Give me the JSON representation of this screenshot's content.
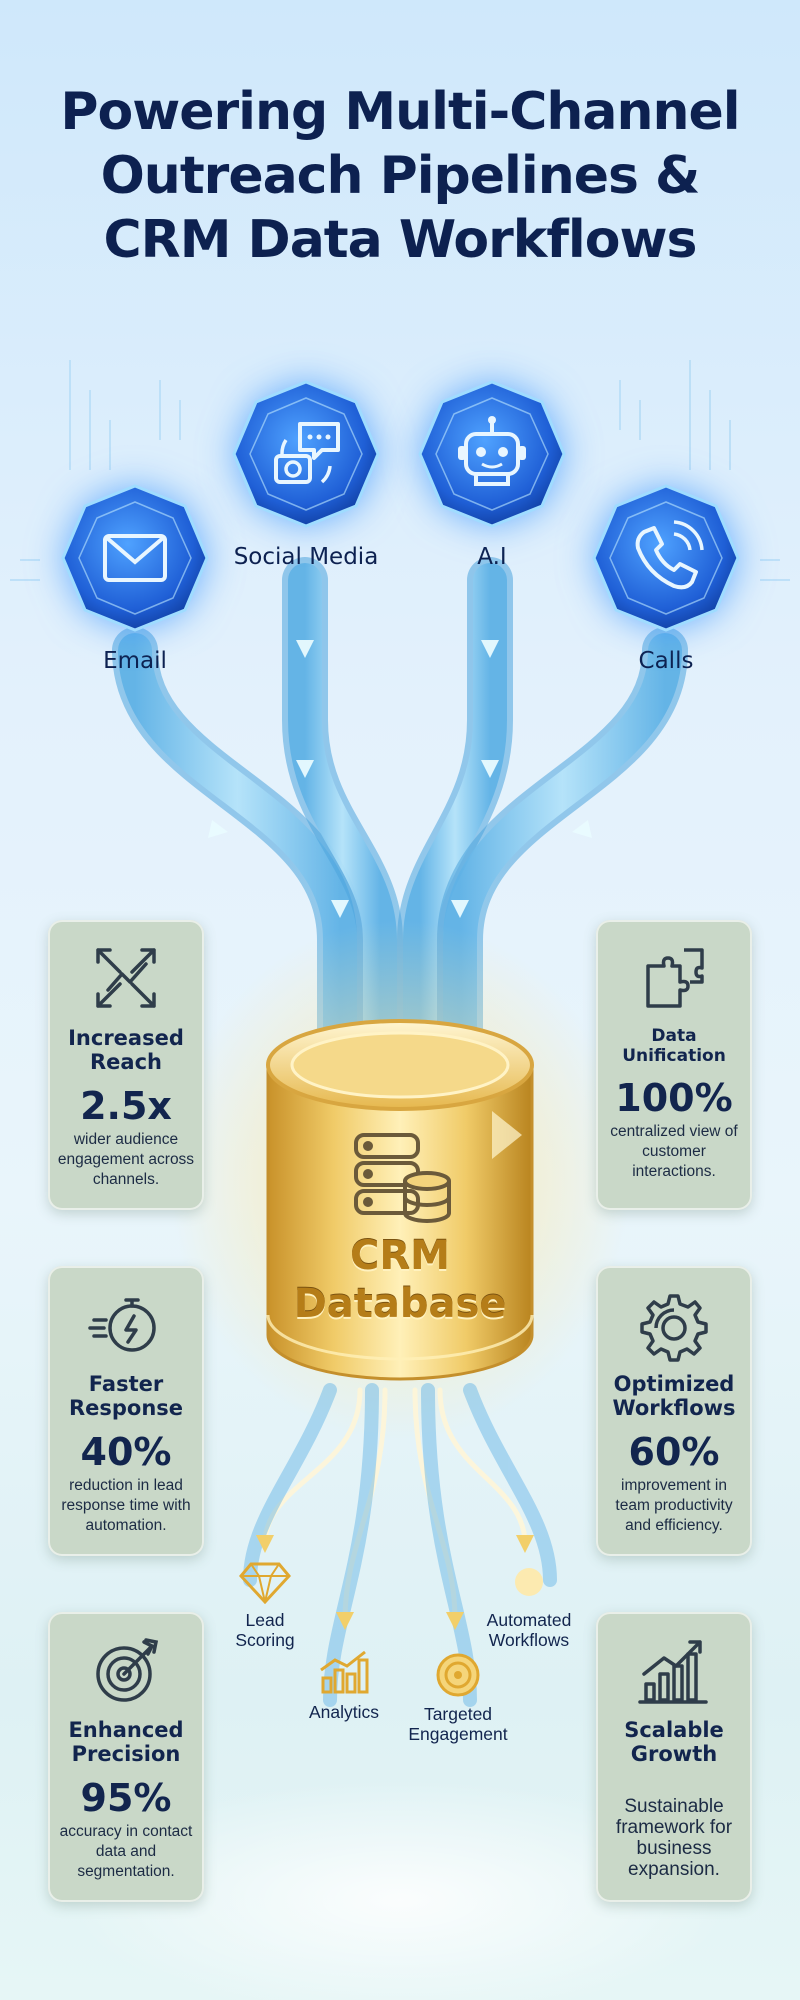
{
  "title": {
    "line1": "Powering Multi-Channel",
    "line2": "Outreach Pipelines &",
    "line3": "CRM Data Workflows"
  },
  "channels": {
    "email": {
      "label": "Email",
      "icon": "envelope-icon"
    },
    "social": {
      "label": "Social Media",
      "icon": "chat-camera-icon"
    },
    "ai": {
      "label": "A.I",
      "icon": "robot-icon"
    },
    "calls": {
      "label": "Calls",
      "icon": "phone-icon"
    }
  },
  "database": {
    "line1": "CRM",
    "line2": "Database",
    "icon": "server-database-icon"
  },
  "cards": {
    "reach": {
      "title": "Increased Reach",
      "stat": "2.5x",
      "desc": "wider audience engagement across channels.",
      "icon": "expand-arrows-icon"
    },
    "unification": {
      "title_line1": "Data",
      "title_line2": "Unification",
      "stat": "100%",
      "desc": "centralized view of customer interactions.",
      "icon": "puzzle-icon"
    },
    "response": {
      "title": "Faster Response",
      "stat": "40%",
      "desc": "reduction in lead response time with automation.",
      "icon": "stopwatch-icon"
    },
    "workflows": {
      "title": "Optimized Workflows",
      "stat": "60%",
      "desc": "improvement in team productivity and efficiency.",
      "icon": "gear-icon"
    },
    "precision": {
      "title": "Enhanced Precision",
      "stat": "95%",
      "desc": "accuracy in contact data and segmentation.",
      "icon": "target-icon"
    },
    "growth": {
      "title": "Scalable Growth",
      "desc": "Sustainable framework for business expansion.",
      "icon": "growth-chart-icon"
    }
  },
  "outputs": {
    "lead_scoring": {
      "line1": "Lead",
      "line2": "Scoring",
      "icon": "diamond-icon"
    },
    "analytics": {
      "label": "Analytics",
      "icon": "bar-chart-icon"
    },
    "targeted": {
      "line1": "Targeted",
      "line2": "Engagement",
      "icon": "target-icon"
    },
    "automated": {
      "line1": "Automated",
      "line2": "Workflows",
      "icon": "workflow-icon"
    }
  },
  "colors": {
    "title": "#0d2150",
    "card_bg": "#c9d8c8",
    "flow": "#7ec8ef",
    "octagon": "#1f5fd6",
    "gold": "#e8bc4a"
  }
}
